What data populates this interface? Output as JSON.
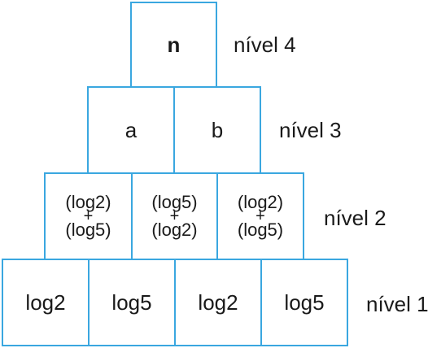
{
  "pyramid": {
    "level4": {
      "cells": [
        "n"
      ],
      "label": "nível 4"
    },
    "level3": {
      "cells": [
        "a",
        "b"
      ],
      "label": "nível 3"
    },
    "level2": {
      "cells": [
        {
          "top": "(log2)",
          "op": "+",
          "bottom": "(log5)"
        },
        {
          "top": "(log5)",
          "op": "+",
          "bottom": "(log2)"
        },
        {
          "top": "(log2)",
          "op": "+",
          "bottom": "(log5)"
        }
      ],
      "label": "nível 2"
    },
    "level1": {
      "cells": [
        "log2",
        "log5",
        "log2",
        "log5"
      ],
      "label": "nível 1"
    }
  },
  "colors": {
    "border": "#3aa7e0",
    "text": "#1a1a1a"
  }
}
